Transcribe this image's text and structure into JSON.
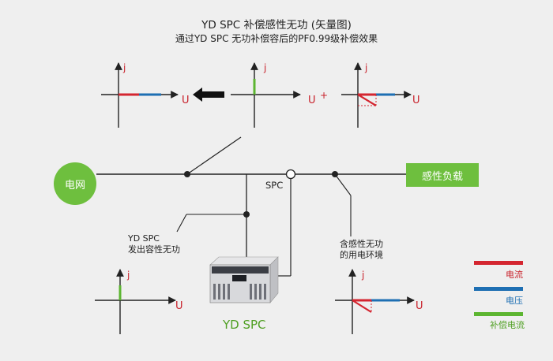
{
  "title": {
    "line1": "YD SPC 补偿感性无功 (矢量图)",
    "line2": "通过YD SPC 无功补偿容后的PF0.99级补偿效果"
  },
  "vector_diagrams": {
    "top_left": {
      "j_label": "j",
      "u_label": "U"
    },
    "top_center": {
      "j_label": "j",
      "u_label": "U"
    },
    "top_right": {
      "j_label": "j",
      "u_label": "U"
    },
    "bottom_left": {
      "j_label": "j",
      "u_label": "U"
    },
    "bottom_right": {
      "j_label": "j",
      "u_label": "U"
    },
    "plus_sign": "+"
  },
  "nodes": {
    "grid": "电网",
    "load": "感性负载",
    "spc": "SPC"
  },
  "annotations": {
    "yd_spc_line1": "YD SPC",
    "yd_spc_line2": "发出容性无功",
    "env_line1": "含感性无功",
    "env_line2": "的用电环境"
  },
  "product": {
    "label": "YD SPC"
  },
  "legend": {
    "items": [
      {
        "label": "电流",
        "color": "#d42630"
      },
      {
        "label": "电压",
        "color": "#1e6fb3"
      },
      {
        "label": "补偿电流",
        "color": "#5cb531"
      }
    ]
  },
  "colors": {
    "current": "#d42630",
    "voltage": "#1e6fb3",
    "compensation": "#5cb531",
    "node_green": "#6ebf3e",
    "line": "#222222"
  }
}
